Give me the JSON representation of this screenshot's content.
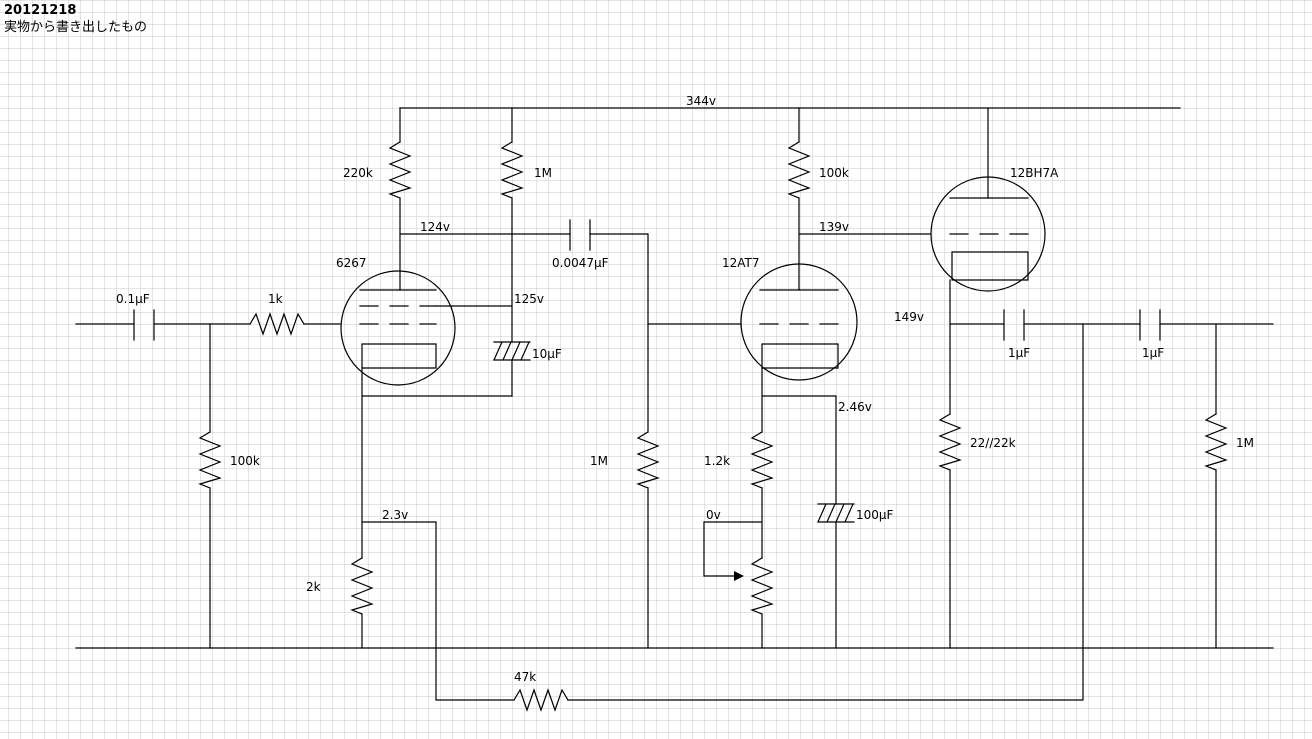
{
  "header": {
    "title": "20121218",
    "subtitle": "実物から書き出したもの"
  },
  "labels": {
    "supply_344v": "344v",
    "r_220k": "220k",
    "r_1m_top": "1M",
    "v_124v": "124v",
    "c_0047uf": "0.0047μF",
    "tube_6267": "6267",
    "v_125v": "125v",
    "c_10uf": "10μF",
    "c_01uf": "0.1μF",
    "r_1k": "1k",
    "r_100k_in": "100k",
    "v_2_3v": "2.3v",
    "r_2k": "2k",
    "r_1m_grid": "1M",
    "r_100k_plate": "100k",
    "v_139v": "139v",
    "tube_12at7": "12AT7",
    "v_2_46v": "2.46v",
    "r_1_2k": "1.2k",
    "v_0v": "0v",
    "c_100uf": "100μF",
    "tube_12bh7a": "12BH7A",
    "v_149v": "149v",
    "c_1uf_a": "1μF",
    "c_1uf_b": "1μF",
    "r_22_22k": "22//22k",
    "r_1m_out": "1M",
    "r_47k": "47k"
  },
  "colors": {
    "grid": "#c8c8c8",
    "wire": "#000000",
    "background": "#ffffff"
  }
}
